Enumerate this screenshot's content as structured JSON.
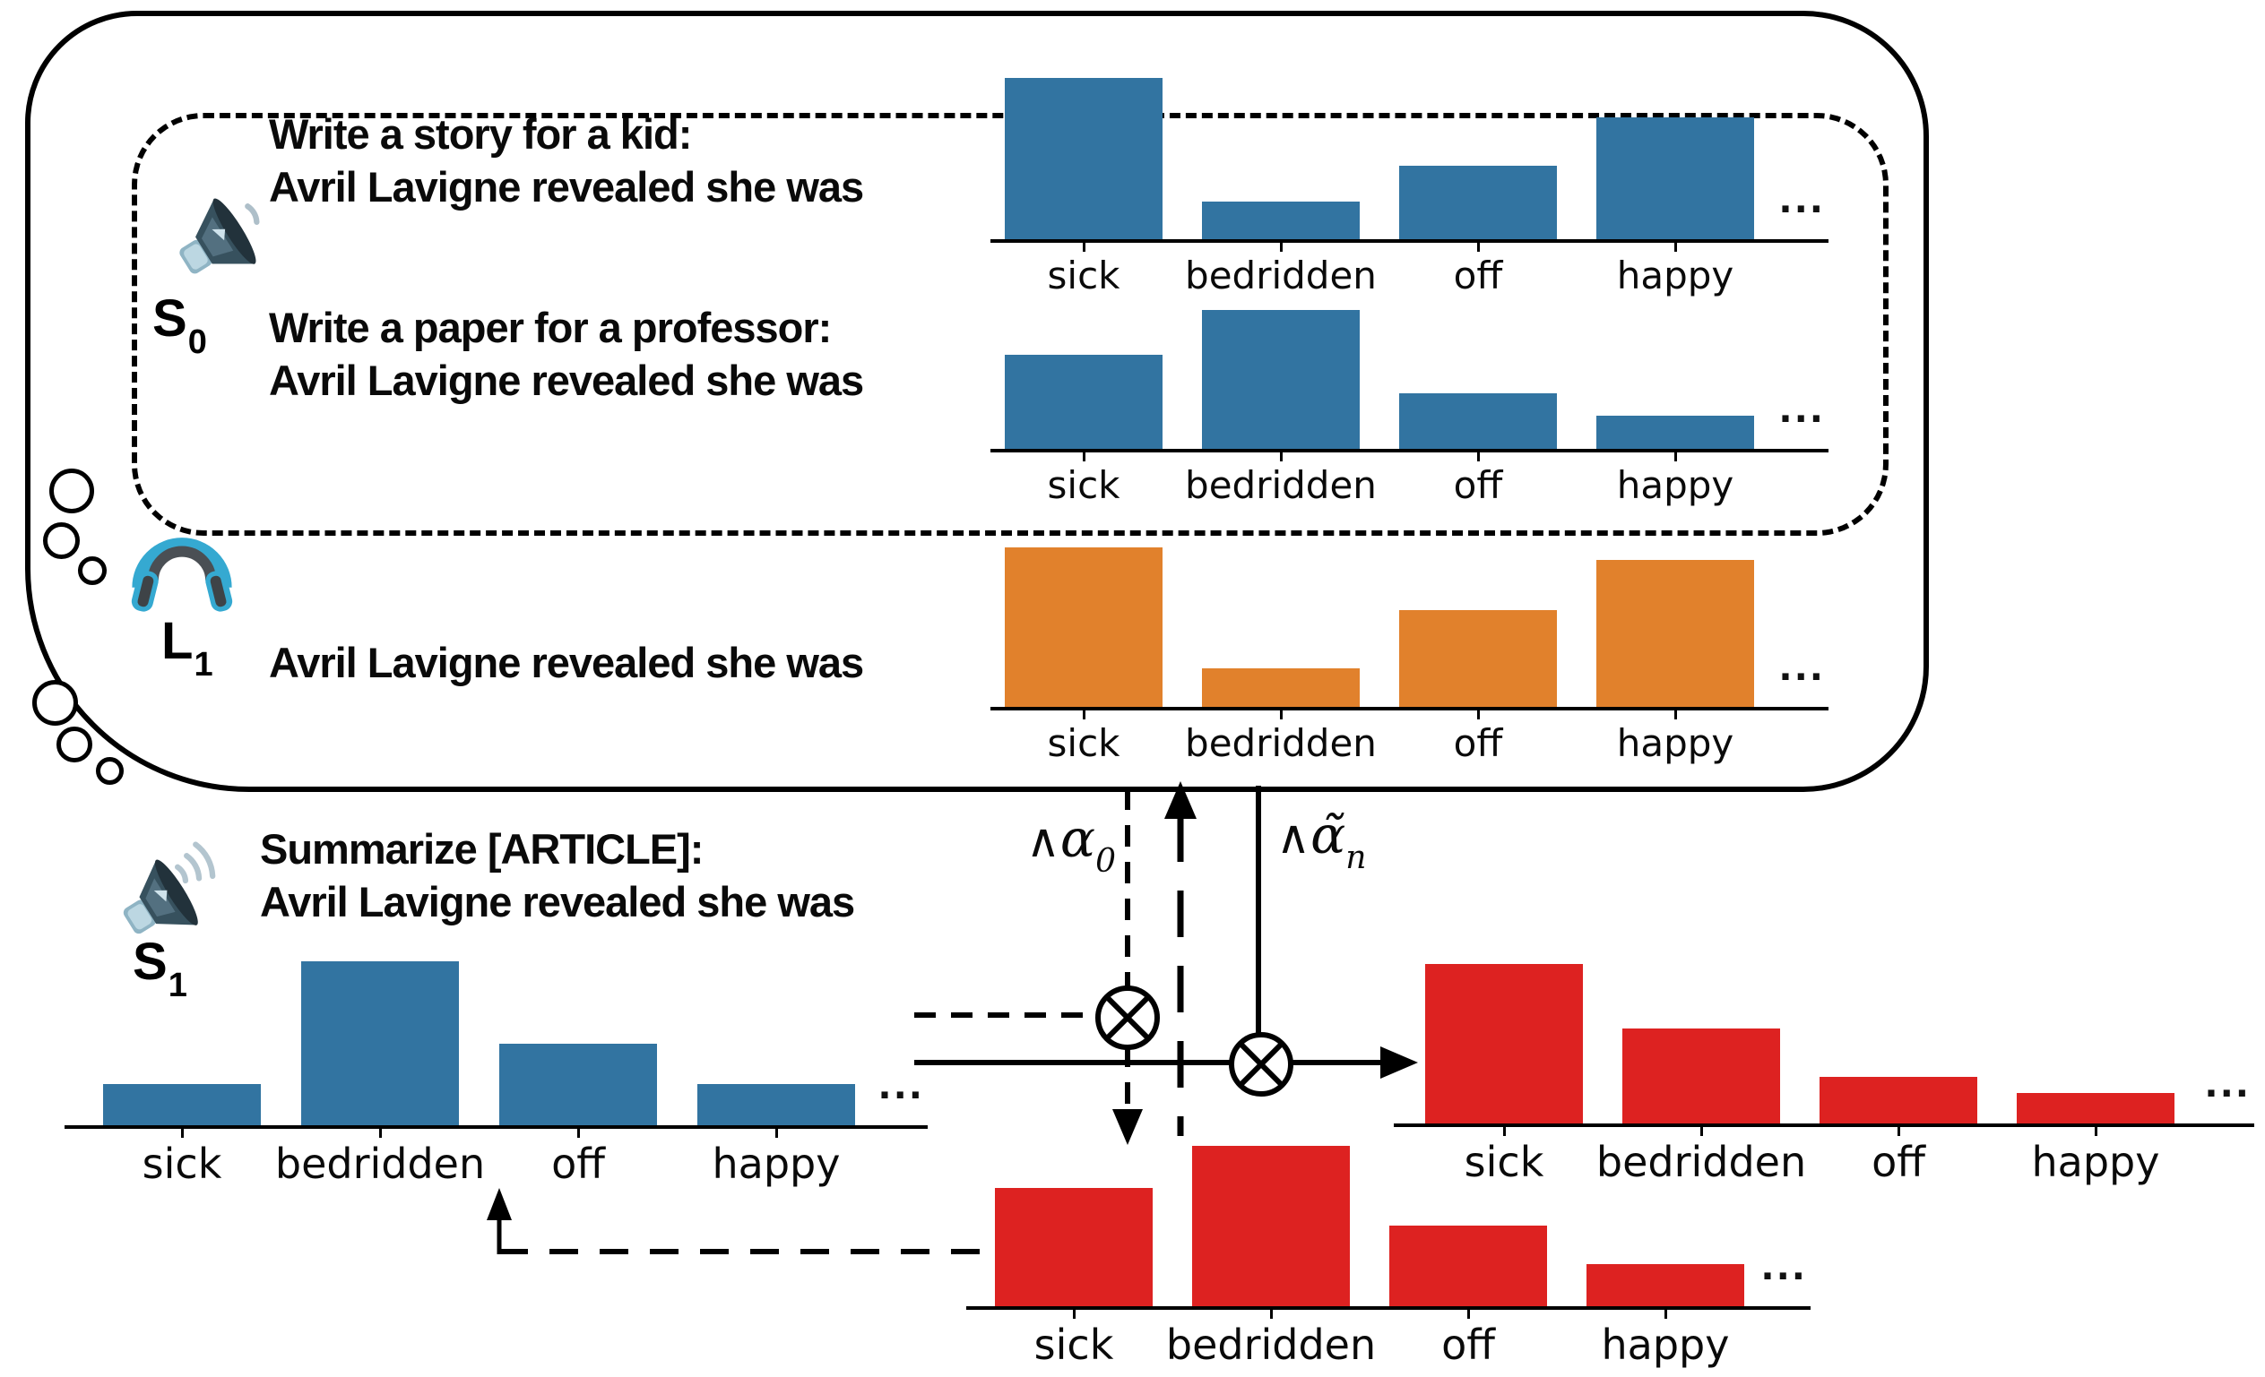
{
  "figure": {
    "speakers": {
      "s0": {
        "label": "S",
        "sub": "0",
        "prompt1_line1": "Write a story for a kid:",
        "prompt1_line2": "Avril Lavigne revealed she was",
        "prompt2_line1": "Write a paper for a professor:",
        "prompt2_line2": "Avril Lavigne revealed she was"
      },
      "l1": {
        "label": "L",
        "sub": "1",
        "prompt": "Avril Lavigne revealed she was"
      },
      "s1": {
        "label": "S",
        "sub": "1",
        "prompt_line1": "Summarize [ARTICLE]:",
        "prompt_line2": "Avril Lavigne revealed she was"
      }
    },
    "operators": {
      "alpha0": {
        "wedge": "∧",
        "base": "α",
        "sub": "0"
      },
      "alphan": {
        "wedge": "∧",
        "base": "α̃",
        "sub": "n"
      }
    },
    "colors": {
      "blue": "#3274a1",
      "orange": "#e1812c",
      "red": "#dd2221"
    },
    "ellipsis": "..."
  },
  "chart_data": [
    {
      "id": "s0_story",
      "type": "bar",
      "title": "S0 distribution — story prompt",
      "categories": [
        "sick",
        "bedridden",
        "off",
        "happy"
      ],
      "values": [
        1.0,
        0.24,
        0.46,
        0.76
      ],
      "color": "#3274a1",
      "ellipsis": "...",
      "ylim": [
        0,
        1
      ],
      "grid": false
    },
    {
      "id": "s0_paper",
      "type": "bar",
      "title": "S0 distribution — paper prompt",
      "categories": [
        "sick",
        "bedridden",
        "off",
        "happy"
      ],
      "values": [
        0.68,
        1.0,
        0.41,
        0.25
      ],
      "color": "#3274a1",
      "ellipsis": "...",
      "ylim": [
        0,
        1
      ],
      "grid": false
    },
    {
      "id": "l1",
      "type": "bar",
      "title": "L1 distribution",
      "categories": [
        "sick",
        "bedridden",
        "off",
        "happy"
      ],
      "values": [
        1.0,
        0.25,
        0.61,
        0.92
      ],
      "color": "#e1812c",
      "ellipsis": "...",
      "ylim": [
        0,
        1
      ],
      "grid": false
    },
    {
      "id": "s1",
      "type": "bar",
      "title": "S1 distribution — summarize prompt",
      "categories": [
        "sick",
        "bedridden",
        "off",
        "happy"
      ],
      "values": [
        0.26,
        1.0,
        0.5,
        0.26
      ],
      "color": "#3274a1",
      "ellipsis": "...",
      "ylim": [
        0,
        1
      ],
      "grid": false
    },
    {
      "id": "product_alpha0",
      "type": "bar",
      "title": "Weighted product with α0",
      "categories": [
        "sick",
        "bedridden",
        "off",
        "happy"
      ],
      "values": [
        0.74,
        1.0,
        0.51,
        0.27
      ],
      "color": "#dd2221",
      "ellipsis": "...",
      "ylim": [
        0,
        1
      ],
      "grid": false
    },
    {
      "id": "final_output",
      "type": "bar",
      "title": "Final output distribution",
      "categories": [
        "sick",
        "bedridden",
        "off",
        "happy"
      ],
      "values": [
        1.0,
        0.6,
        0.3,
        0.2
      ],
      "color": "#dd2221",
      "ellipsis": "...",
      "ylim": [
        0,
        1
      ],
      "grid": false
    }
  ]
}
